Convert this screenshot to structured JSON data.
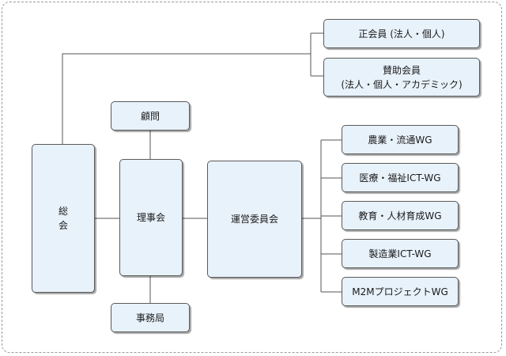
{
  "diagram": {
    "general_meeting": "総　会",
    "board": "理事会",
    "advisor": "顧問",
    "secretariat": "事務局",
    "steering_committee": "運営委員会",
    "members": {
      "regular": "正会員 (法人・個人)",
      "supporting_line1": "賛助会員",
      "supporting_line2": "(法人・個人・アカデミック)"
    },
    "working_groups": [
      "農業・流通WG",
      "医療・福祉ICT-WG",
      "教育・人材育成WG",
      "製造業ICT-WG",
      "M2MプロジェクトWG"
    ]
  }
}
